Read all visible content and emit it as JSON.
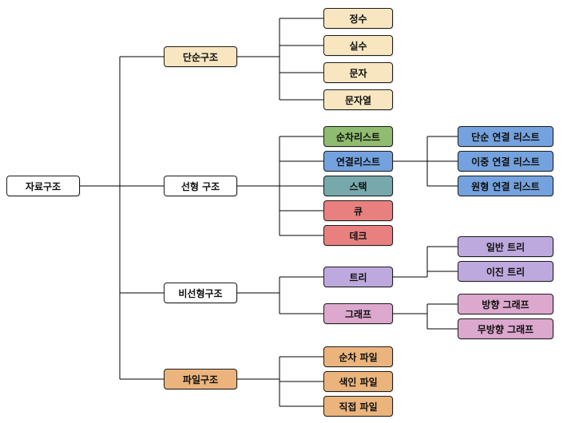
{
  "diagram_title": "자료구조",
  "nodes": {
    "root": "자료구조",
    "simple": "단순구조",
    "int": "정수",
    "real": "실수",
    "char": "문자",
    "string": "문자열",
    "linear": "선형 구조",
    "seqlist": "순차리스트",
    "linkedlist": "연결리스트",
    "stack": "스택",
    "queue": "큐",
    "deque": "데크",
    "singly": "단순 연결 리스트",
    "doubly": "이중 연결 리스트",
    "circular": "원형 연결 리스트",
    "nonlinear": "비선형구조",
    "tree": "트리",
    "graph": "그래프",
    "general_tree": "일반 트리",
    "binary_tree": "이진 트리",
    "directed_graph": "방향 그래프",
    "undirected_graph": "무방향 그래프",
    "file": "파일구조",
    "seq_file": "순차 파일",
    "index_file": "색인 파일",
    "direct_file": "직접 파일"
  },
  "hierarchy": {
    "root": "root",
    "edges": [
      [
        "root",
        "simple"
      ],
      [
        "root",
        "linear"
      ],
      [
        "root",
        "nonlinear"
      ],
      [
        "root",
        "file"
      ],
      [
        "simple",
        "int"
      ],
      [
        "simple",
        "real"
      ],
      [
        "simple",
        "char"
      ],
      [
        "simple",
        "string"
      ],
      [
        "linear",
        "seqlist"
      ],
      [
        "linear",
        "linkedlist"
      ],
      [
        "linear",
        "stack"
      ],
      [
        "linear",
        "queue"
      ],
      [
        "linear",
        "deque"
      ],
      [
        "linkedlist",
        "singly"
      ],
      [
        "linkedlist",
        "doubly"
      ],
      [
        "linkedlist",
        "circular"
      ],
      [
        "nonlinear",
        "tree"
      ],
      [
        "nonlinear",
        "graph"
      ],
      [
        "tree",
        "general_tree"
      ],
      [
        "tree",
        "binary_tree"
      ],
      [
        "graph",
        "directed_graph"
      ],
      [
        "graph",
        "undirected_graph"
      ],
      [
        "file",
        "seq_file"
      ],
      [
        "file",
        "index_file"
      ],
      [
        "file",
        "direct_file"
      ]
    ]
  },
  "colors": {
    "white": "#FFFFFF",
    "cream": "#F7E6C0",
    "green": "#8FBC6E",
    "blue": "#74A2DE",
    "teal": "#76A8AC",
    "red": "#E98080",
    "purple": "#BEA9DE",
    "pink": "#DCA8CE",
    "orange": "#EBB47C",
    "line": "#000000",
    "border": "#1C1C1C",
    "background": "#FFFFFF"
  }
}
